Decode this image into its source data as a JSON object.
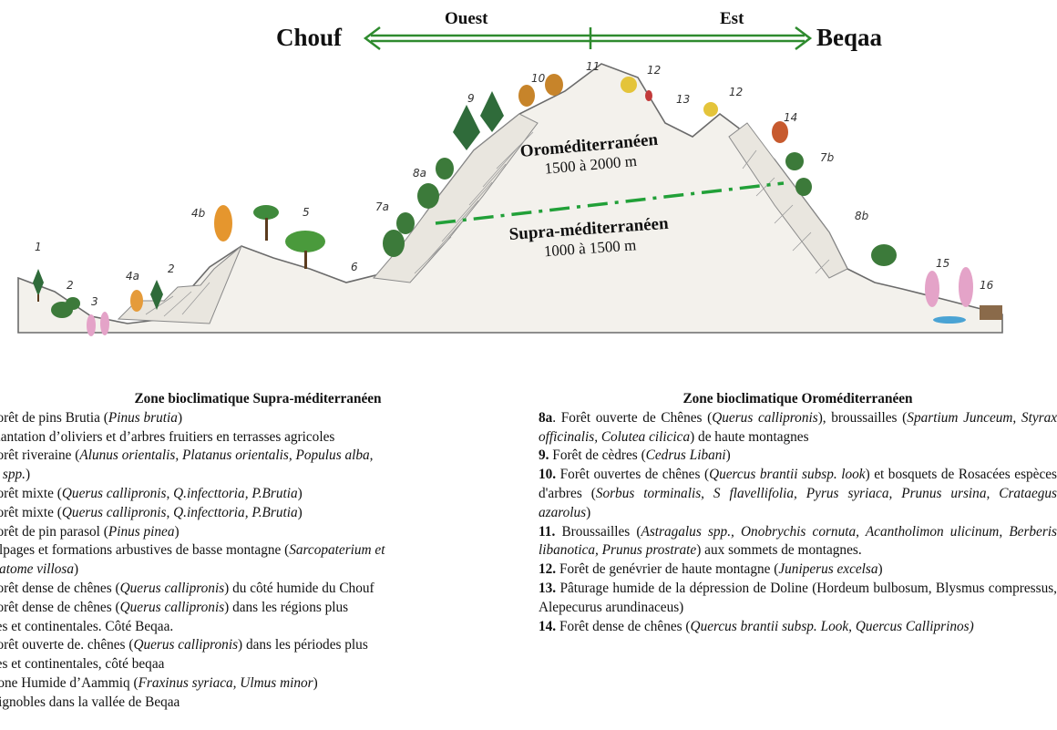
{
  "header": {
    "west_region": "Chouf",
    "east_region": "Beqaa",
    "west_direction": "Ouest",
    "east_direction": "Est",
    "arrow_color": "#2e8b2e"
  },
  "diagram": {
    "zones": [
      {
        "name": "Oroméditerranéen",
        "altitude": "1500 à 2000 m"
      },
      {
        "name": "Supra-méditerranéen",
        "altitude": "1000 à 1500 m"
      }
    ],
    "boundary_color": "#21a038",
    "site_numbers": [
      "1",
      "2",
      "3",
      "4a",
      "2",
      "4b",
      "5",
      "6",
      "7a",
      "8a",
      "9",
      "10",
      "11",
      "12",
      "13",
      "12",
      "14",
      "7b",
      "8b",
      "15",
      "16"
    ]
  },
  "legend_left": {
    "title": "Zone bioclimatique Supra-méditerranéen",
    "items": [
      {
        "text": "Forêt de pins Brutia (",
        "latin": "Pinus brutia",
        "tail": ")"
      },
      {
        "text": "Plantation d’oliviers et d’arbres fruitiers en terrasses agricoles",
        "latin": "",
        "tail": ""
      },
      {
        "text": "Forêt riveraine (",
        "latin": "Alunus orientalis, Platanus orientalis, Populus alba,",
        "tail": ""
      },
      {
        "text": "",
        "latin": "ix spp.",
        "tail": ")"
      },
      {
        "text": " Forêt mixte (",
        "latin": "Querus callipronis, Q.infecttoria, P.Brutia",
        "tail": ")"
      },
      {
        "text": " Forêt mixte (",
        "latin": "Querus callipronis, Q.infecttoria, P.Brutia",
        "tail": ")"
      },
      {
        "text": "Forêt de pin parasol (",
        "latin": "Pinus pinea",
        "tail": ")"
      },
      {
        "text": "Alpages et formations arbustives de basse montagne (",
        "latin": "Sarcopaterium et",
        "tail": ""
      },
      {
        "text": "",
        "latin": "icatome villosa",
        "tail": ")"
      },
      {
        "text": " Forêt dense de chênes (",
        "latin": "Querus callipronis",
        "tail": ") du côté humide du Chouf"
      },
      {
        "text": " Forêt dense de chênes (",
        "latin": "Querus callipronis",
        "tail": ") dans les régions plus"
      },
      {
        "text": "hes et continentales. Côté Beqaa.",
        "latin": "",
        "tail": ""
      },
      {
        "text": " Forêt ouverte de. chênes (",
        "latin": "Querus callipronis",
        "tail": ") dans les périodes plus"
      },
      {
        "text": "hes et continentales, côté beqaa",
        "latin": "",
        "tail": ""
      },
      {
        "text": " Zone Humide d’Aammiq (",
        "latin": "Fraxinus syriaca, Ulmus minor",
        "tail": ")"
      },
      {
        "text": " Vignobles dans la vallée de Beqaa",
        "latin": "",
        "tail": ""
      }
    ]
  },
  "legend_right": {
    "title": "Zone bioclimatique Oroméditerranéen",
    "items": [
      {
        "num": "8a",
        "text": ". Forêt ouverte de Chênes (",
        "latin": "Querus callipronis",
        "tail": "), broussailles (",
        "latin2": "Spartium Junceum, Styrax officinalis, Colutea cilicica",
        "tail2": ") de haute montagnes"
      },
      {
        "num": "9.",
        "text": " Forêt de cèdres (",
        "latin": "Cedrus Libani",
        "tail": ")",
        "latin2": "",
        "tail2": ""
      },
      {
        "num": "10.",
        "text": " Forêt ouvertes de chênes (",
        "latin": "Quercus brantii subsp. look",
        "tail": ") et bosquets de Rosacées espèces d'arbres (",
        "latin2": "Sorbus torminalis, S flavellifolia, Pyrus syriaca, Prunus ursina, Crataegus azarolus",
        "tail2": ")"
      },
      {
        "num": "11.",
        "text": " Broussailles (",
        "latin": "Astragalus spp., Onobrychis cornuta, Acantholimon ulicinum, Berberis libanotica, Prunus prostrate",
        "tail": ") aux sommets de montagnes.",
        "latin2": "",
        "tail2": ""
      },
      {
        "num": "12.",
        "text": " Forêt de genévrier de haute montagne (",
        "latin": "Juniperus excelsa",
        "tail": ")",
        "latin2": "",
        "tail2": ""
      },
      {
        "num": "13.",
        "text": " Pâturage humide de la dépression de Doline (Hordeum bulbosum, Blysmus compressus, Alepecurus arundinaceus)",
        "latin": "",
        "tail": "",
        "latin2": "",
        "tail2": ""
      },
      {
        "num": "14.",
        "text": " Forêt dense de chênes (",
        "latin": "Quercus brantii subsp. Look, Quercus Calliprinos)",
        "tail": "",
        "latin2": "",
        "tail2": ""
      }
    ]
  }
}
